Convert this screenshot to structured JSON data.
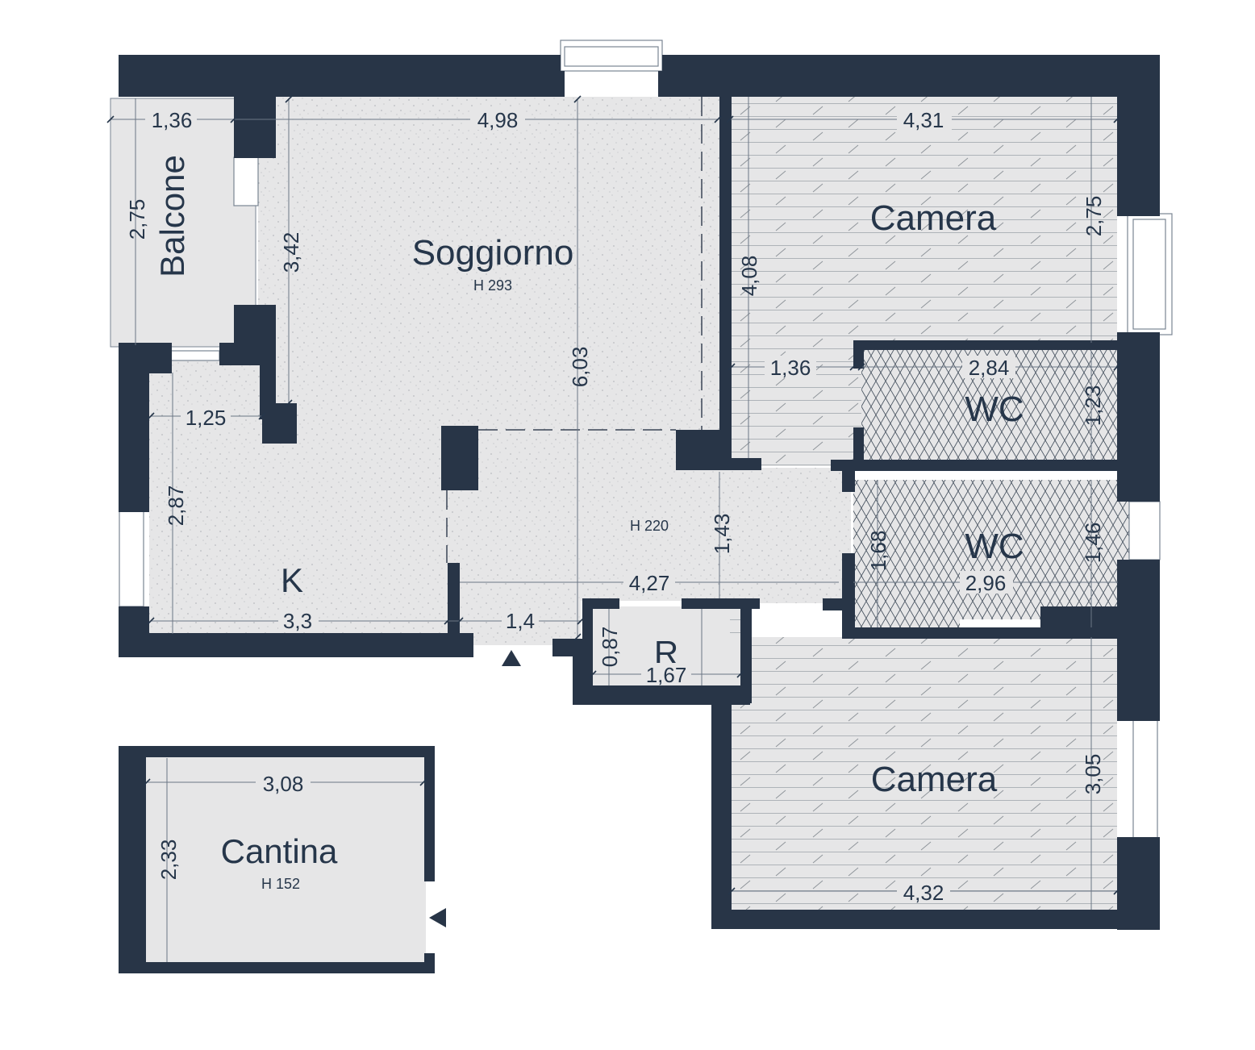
{
  "colors": {
    "wall": "#283547",
    "floor": "#e6e6e7",
    "text": "#26364a"
  },
  "rooms": {
    "soggiorno": {
      "name": "Soggiorno",
      "height": "H 293"
    },
    "corridor": {
      "height": "H 220"
    },
    "balcone": {
      "name": "Balcone"
    },
    "kitchen": {
      "name": "K"
    },
    "camera_top": {
      "name": "Camera"
    },
    "wc_top": {
      "name": "WC"
    },
    "wc_bottom": {
      "name": "WC"
    },
    "ripostiglio": {
      "name": "R"
    },
    "camera_bottom": {
      "name": "Camera"
    },
    "cantina": {
      "name": "Cantina",
      "height": "H 152"
    }
  },
  "dimensions": {
    "balcone_w": "1,36",
    "balcone_h": "2,75",
    "soggiorno_w": "4,98",
    "soggiorno_h": "3,42",
    "living_depth": "6,03",
    "kitchen_top": "1,25",
    "kitchen_h": "2,87",
    "kitchen_w": "3,3",
    "entry_w": "1,4",
    "corridor_w": "4,27",
    "corridor_h": "1,43",
    "camera_top_w": "4,31",
    "camera_top_h": "4,08",
    "camera_top_r": "2,75",
    "camera_top_nook": "1,36",
    "wc_top_w": "2,84",
    "wc_top_h": "1,23",
    "wc_bottom_w": "2,96",
    "wc_bottom_h": "1,46",
    "wc_bottom_l": "1,68",
    "rip_w": "1,67",
    "rip_h": "0,87",
    "camera_bottom_w": "4,32",
    "camera_bottom_h": "3,05",
    "cantina_w": "3,08",
    "cantina_h": "2,33"
  }
}
